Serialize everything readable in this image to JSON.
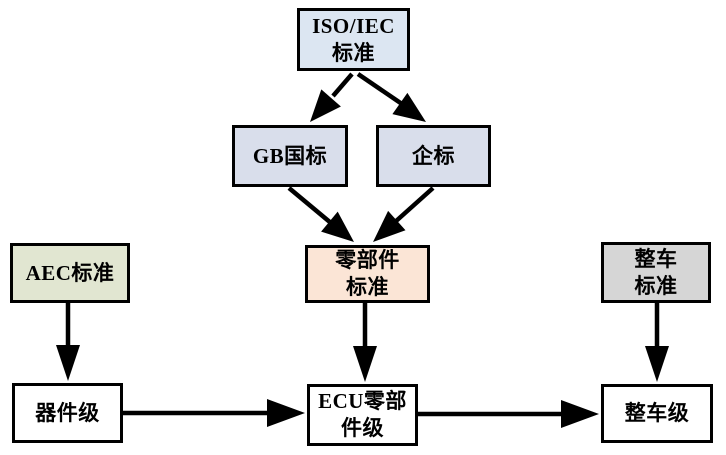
{
  "diagram": {
    "description": "Standards hierarchy flowchart linking standards to test levels",
    "colors": {
      "background": "#ffffff",
      "border": "#000000",
      "arrow": "#000000",
      "iso_fill": "#dce6f2",
      "national_enterprise_fill": "#d9deeb",
      "component_fill": "#fbe5d6",
      "aec_fill": "#e1e6d1",
      "vehicle_std_fill": "#d6d6d6",
      "level_fill": "#ffffff"
    },
    "nodes": {
      "iso_iec_standard": {
        "lines": [
          "ISO/IEC",
          "标准"
        ],
        "fill": "#dce6f2"
      },
      "gb_national_standard": {
        "lines": [
          "GB国标"
        ],
        "fill": "#d9deeb"
      },
      "enterprise_standard": {
        "lines": [
          "企标"
        ],
        "fill": "#d9deeb"
      },
      "component_standard": {
        "lines": [
          "零部件",
          "标准"
        ],
        "fill": "#fbe5d6"
      },
      "aec_standard": {
        "lines": [
          "AEC标准"
        ],
        "fill": "#e1e6d1"
      },
      "vehicle_standard": {
        "lines": [
          "整车",
          "标准"
        ],
        "fill": "#d6d6d6"
      },
      "device_level": {
        "lines": [
          "器件级"
        ],
        "fill": "#ffffff"
      },
      "ecu_component_level": {
        "lines": [
          "ECU零部",
          "件级"
        ],
        "fill": "#ffffff"
      },
      "vehicle_level": {
        "lines": [
          "整车级"
        ],
        "fill": "#ffffff"
      }
    },
    "edges": [
      {
        "from": "iso_iec_standard",
        "to": "gb_national_standard"
      },
      {
        "from": "iso_iec_standard",
        "to": "enterprise_standard"
      },
      {
        "from": "gb_national_standard",
        "to": "component_standard"
      },
      {
        "from": "enterprise_standard",
        "to": "component_standard"
      },
      {
        "from": "component_standard",
        "to": "ecu_component_level"
      },
      {
        "from": "aec_standard",
        "to": "device_level"
      },
      {
        "from": "vehicle_standard",
        "to": "vehicle_level"
      },
      {
        "from": "device_level",
        "to": "ecu_component_level"
      },
      {
        "from": "ecu_component_level",
        "to": "vehicle_level"
      }
    ]
  }
}
